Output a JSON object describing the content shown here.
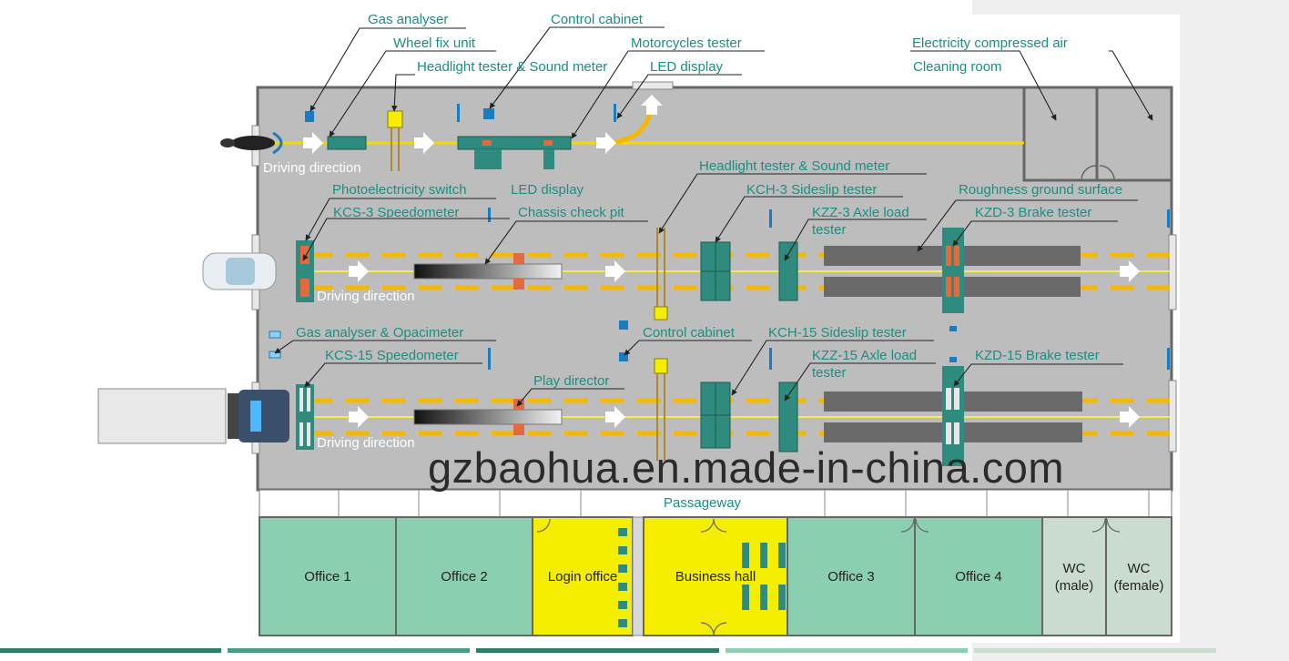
{
  "watermark": "gzbaohua.en.made-in-china.com",
  "top_labels": {
    "gas_analyser": "Gas analyser",
    "wheel_fix_unit": "Wheel fix unit",
    "headlight_sound_meter": "Headlight tester & Sound meter",
    "control_cabinet": "Control cabinet",
    "motorcycles_tester": "Motorcycles tester",
    "led_display": "LED display",
    "electricity_compressed_air": "Electricity  compressed  air",
    "cleaning_room": "Cleaning  room"
  },
  "lane1": {
    "driving_direction": "Driving direction"
  },
  "lane2": {
    "photoelectricity_switch": "Photoelectricity switch",
    "led_display": "LED display",
    "kcs3_speedometer": "KCS-3 Speedometer",
    "chassis_check_pit": "Chassis check pit",
    "headlight_sound_meter": "Headlight tester & Sound meter",
    "kch3_sideslip": "KCH-3 Sideslip tester",
    "roughness_ground": "Roughness ground surface",
    "kzz3_axle_load": "KZZ-3 Axle load",
    "tester_word": "tester",
    "kzd3_brake": "KZD-3 Brake tester",
    "driving_direction": "Driving direction"
  },
  "lane3": {
    "gas_analyser_opacimeter": "Gas analyser & Opacimeter",
    "control_cabinet": "Control cabinet",
    "kch15_sideslip": "KCH-15 Sideslip tester",
    "kcs15_speedometer": "KCS-15 Speedometer",
    "kzz15_axle_load": "KZZ-15 Axle load",
    "tester_word": "tester",
    "kzd15_brake": "KZD-15 Brake tester",
    "play_director": "Play director",
    "driving_direction": "Driving direction"
  },
  "passageway": "Passageway",
  "rooms": {
    "office1": "Office  1",
    "office2": "Office  2",
    "login_office": "Login office",
    "business_hall": "Business  hall",
    "office3": "Office  3",
    "office4": "Office  4",
    "wc_male_1": "WC",
    "wc_male_2": "(male)",
    "wc_female_1": "WC",
    "wc_female_2": "(female)"
  },
  "colors": {
    "floor": "#bdbdbd",
    "wall": "#666666",
    "teal_label": "#1a8f82",
    "equipment_teal": "#2e8b7e",
    "lane_yellow": "#f5b800",
    "office_green": "#8ccfb0",
    "login_yellow": "#f5ee00",
    "wc_grey": "#c9dccf",
    "roller_orange": "#e26a3c",
    "blue_device": "#1a7bbf"
  }
}
